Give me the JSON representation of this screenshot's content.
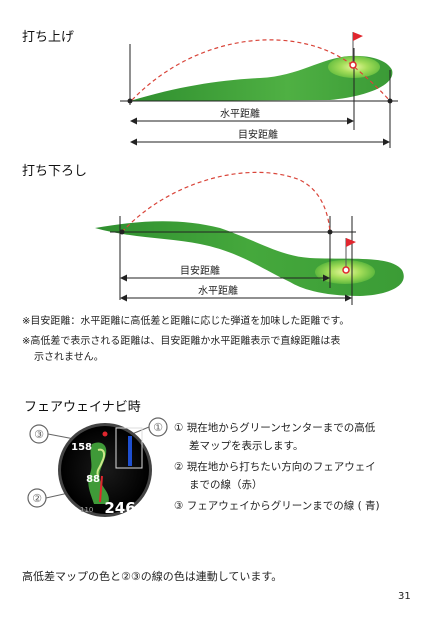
{
  "uphill": {
    "title": "打ち上げ",
    "horizontal_label": "水平距離",
    "guide_label": "目安距離"
  },
  "downhill": {
    "title": "打ち下ろし",
    "guide_label": "目安距離",
    "horizontal_label": "水平距離"
  },
  "notes": [
    "※目安距離：水平距離に高低差と距離に応じた弾道を加味した距離です。",
    "※高低差で表示される距離は、目安距離か水平距離表示で直線距離は表",
    "示されません。"
  ],
  "fairway_nav": {
    "title": "フェアウェイナビ時",
    "callouts": [
      "③",
      "①",
      "②"
    ],
    "watch": {
      "top_value": "158",
      "mid_value": "88",
      "bottom_left": "110",
      "bottom_value": "246"
    },
    "items": [
      {
        "line1": "① 現在地からグリーンセンターまでの高低",
        "line2": "差マップを表示します。"
      },
      {
        "line1": "② 現在地から打ちたい方向のフェアウェイ",
        "line2": "までの線（赤）"
      },
      {
        "line1": "③ フェアウェイからグリーンまでの線 ( 青)",
        "line2": ""
      }
    ]
  },
  "footer_note": "高低差マップの色と②③の線の色は連動しています。",
  "page_number": "31",
  "colors": {
    "green_dark": "#2e8b2e",
    "green_light": "#8fd34f",
    "flag_red": "#e0262e",
    "trajectory_red": "#d9453a"
  }
}
